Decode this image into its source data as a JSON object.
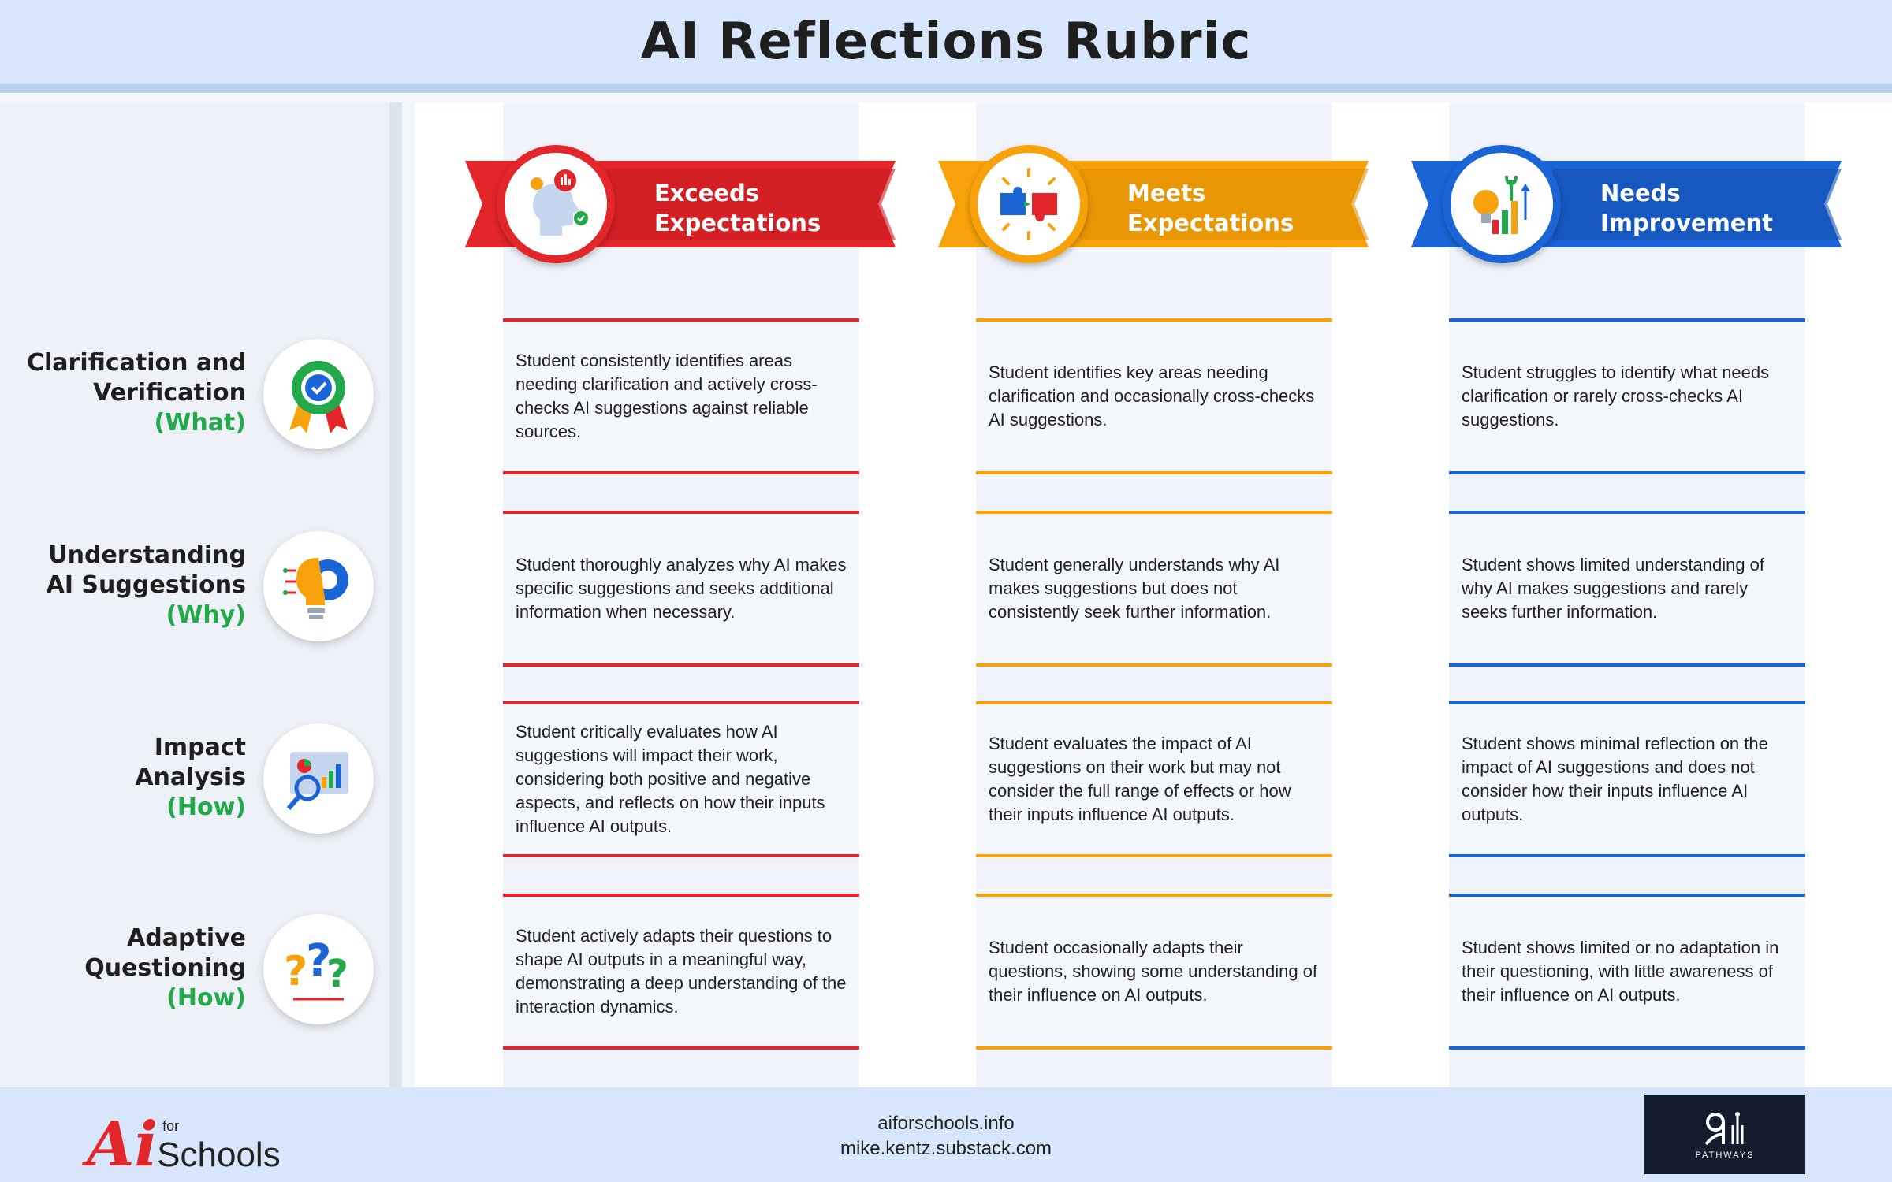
{
  "title": "AI Reflections Rubric",
  "colors": {
    "exceeds": "#e3262a",
    "meets": "#f7a20a",
    "needs": "#1a64d6",
    "question_green": "#22a94a"
  },
  "levels": [
    {
      "line1": "Exceeds",
      "line2": "Expectations",
      "icon": "ai-head-icon"
    },
    {
      "line1": "Meets",
      "line2": "Expectations",
      "icon": "puzzle-icon"
    },
    {
      "line1": "Needs",
      "line2": "Improvement",
      "icon": "tools-icon"
    }
  ],
  "criteria": [
    {
      "line1": "Clarification and",
      "line2": "Verification",
      "question": "(What)",
      "icon": "badge-check-icon"
    },
    {
      "line1": "Understanding",
      "line2": "AI Suggestions",
      "question": "(Why)",
      "icon": "lightbulb-gear-icon"
    },
    {
      "line1": "Impact",
      "line2": "Analysis",
      "question": "(How)",
      "icon": "analytics-icon"
    },
    {
      "line1": "Adaptive",
      "line2": "Questioning",
      "question": "(How)",
      "icon": "question-marks-icon"
    }
  ],
  "cells": [
    [
      "Student consistently identifies areas needing clarification and actively cross-checks AI suggestions against reliable sources.",
      "Student identifies key areas needing clarification and occasionally cross-checks AI suggestions.",
      "Student struggles to identify what needs clarification or rarely cross-checks AI suggestions."
    ],
    [
      "Student thoroughly analyzes why AI makes specific suggestions and seeks additional information when necessary.",
      "Student generally understands why AI makes suggestions but does not consistently seek further information.",
      "Student shows limited understanding of why AI makes suggestions and rarely seeks further information."
    ],
    [
      "Student critically evaluates how AI suggestions will impact their work, considering both positive and negative aspects, and reflects on how their inputs influence AI outputs.",
      "Student evaluates the impact of AI suggestions on their work but may not consider the full range of effects or how their inputs influence AI outputs.",
      "Student shows minimal reflection on the impact of AI suggestions and does not consider how their inputs influence AI outputs."
    ],
    [
      "Student actively adapts their questions to shape AI outputs in a meaningful way, demonstrating a deep understanding of the interaction dynamics.",
      "Student occasionally adapts their questions, showing some understanding of their influence on AI outputs.",
      "Student shows limited or no adaptation in their questioning, with little awareness of their influence on AI outputs."
    ]
  ],
  "footer": {
    "logo_ai": "Ai",
    "logo_for": "for",
    "logo_schools": "Schools",
    "link1": "aiforschools.info",
    "link2": "mike.kentz.substack.com",
    "right_logo_sub": "PATHWAYS"
  }
}
